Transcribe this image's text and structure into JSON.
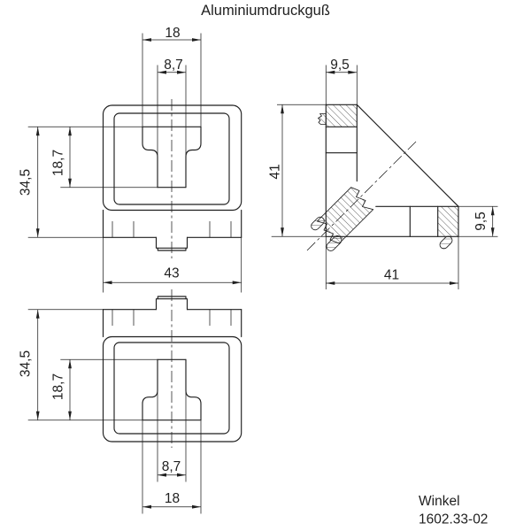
{
  "title": "Aluminiumdruckguß",
  "part_label": {
    "name": "Winkel",
    "drawing_number": "1602.33-02"
  },
  "dimensions": {
    "front_top_view": {
      "slot_width_outer": "18",
      "slot_width_inner": "8,7",
      "slot_depth": "18,7",
      "profile_height": "34,5",
      "profile_width": "43"
    },
    "front_bottom_view": {
      "profile_height": "34,5",
      "slot_depth": "18,7",
      "slot_width_inner": "8,7",
      "slot_width_outer": "18"
    },
    "side_view": {
      "leg_thickness_top": "9,5",
      "leg_length_vertical": "41",
      "leg_thickness_right": "9,5",
      "leg_length_horizontal": "41"
    }
  },
  "style": {
    "line_color": "#1f1f1f",
    "background_color": "#ffffff"
  }
}
